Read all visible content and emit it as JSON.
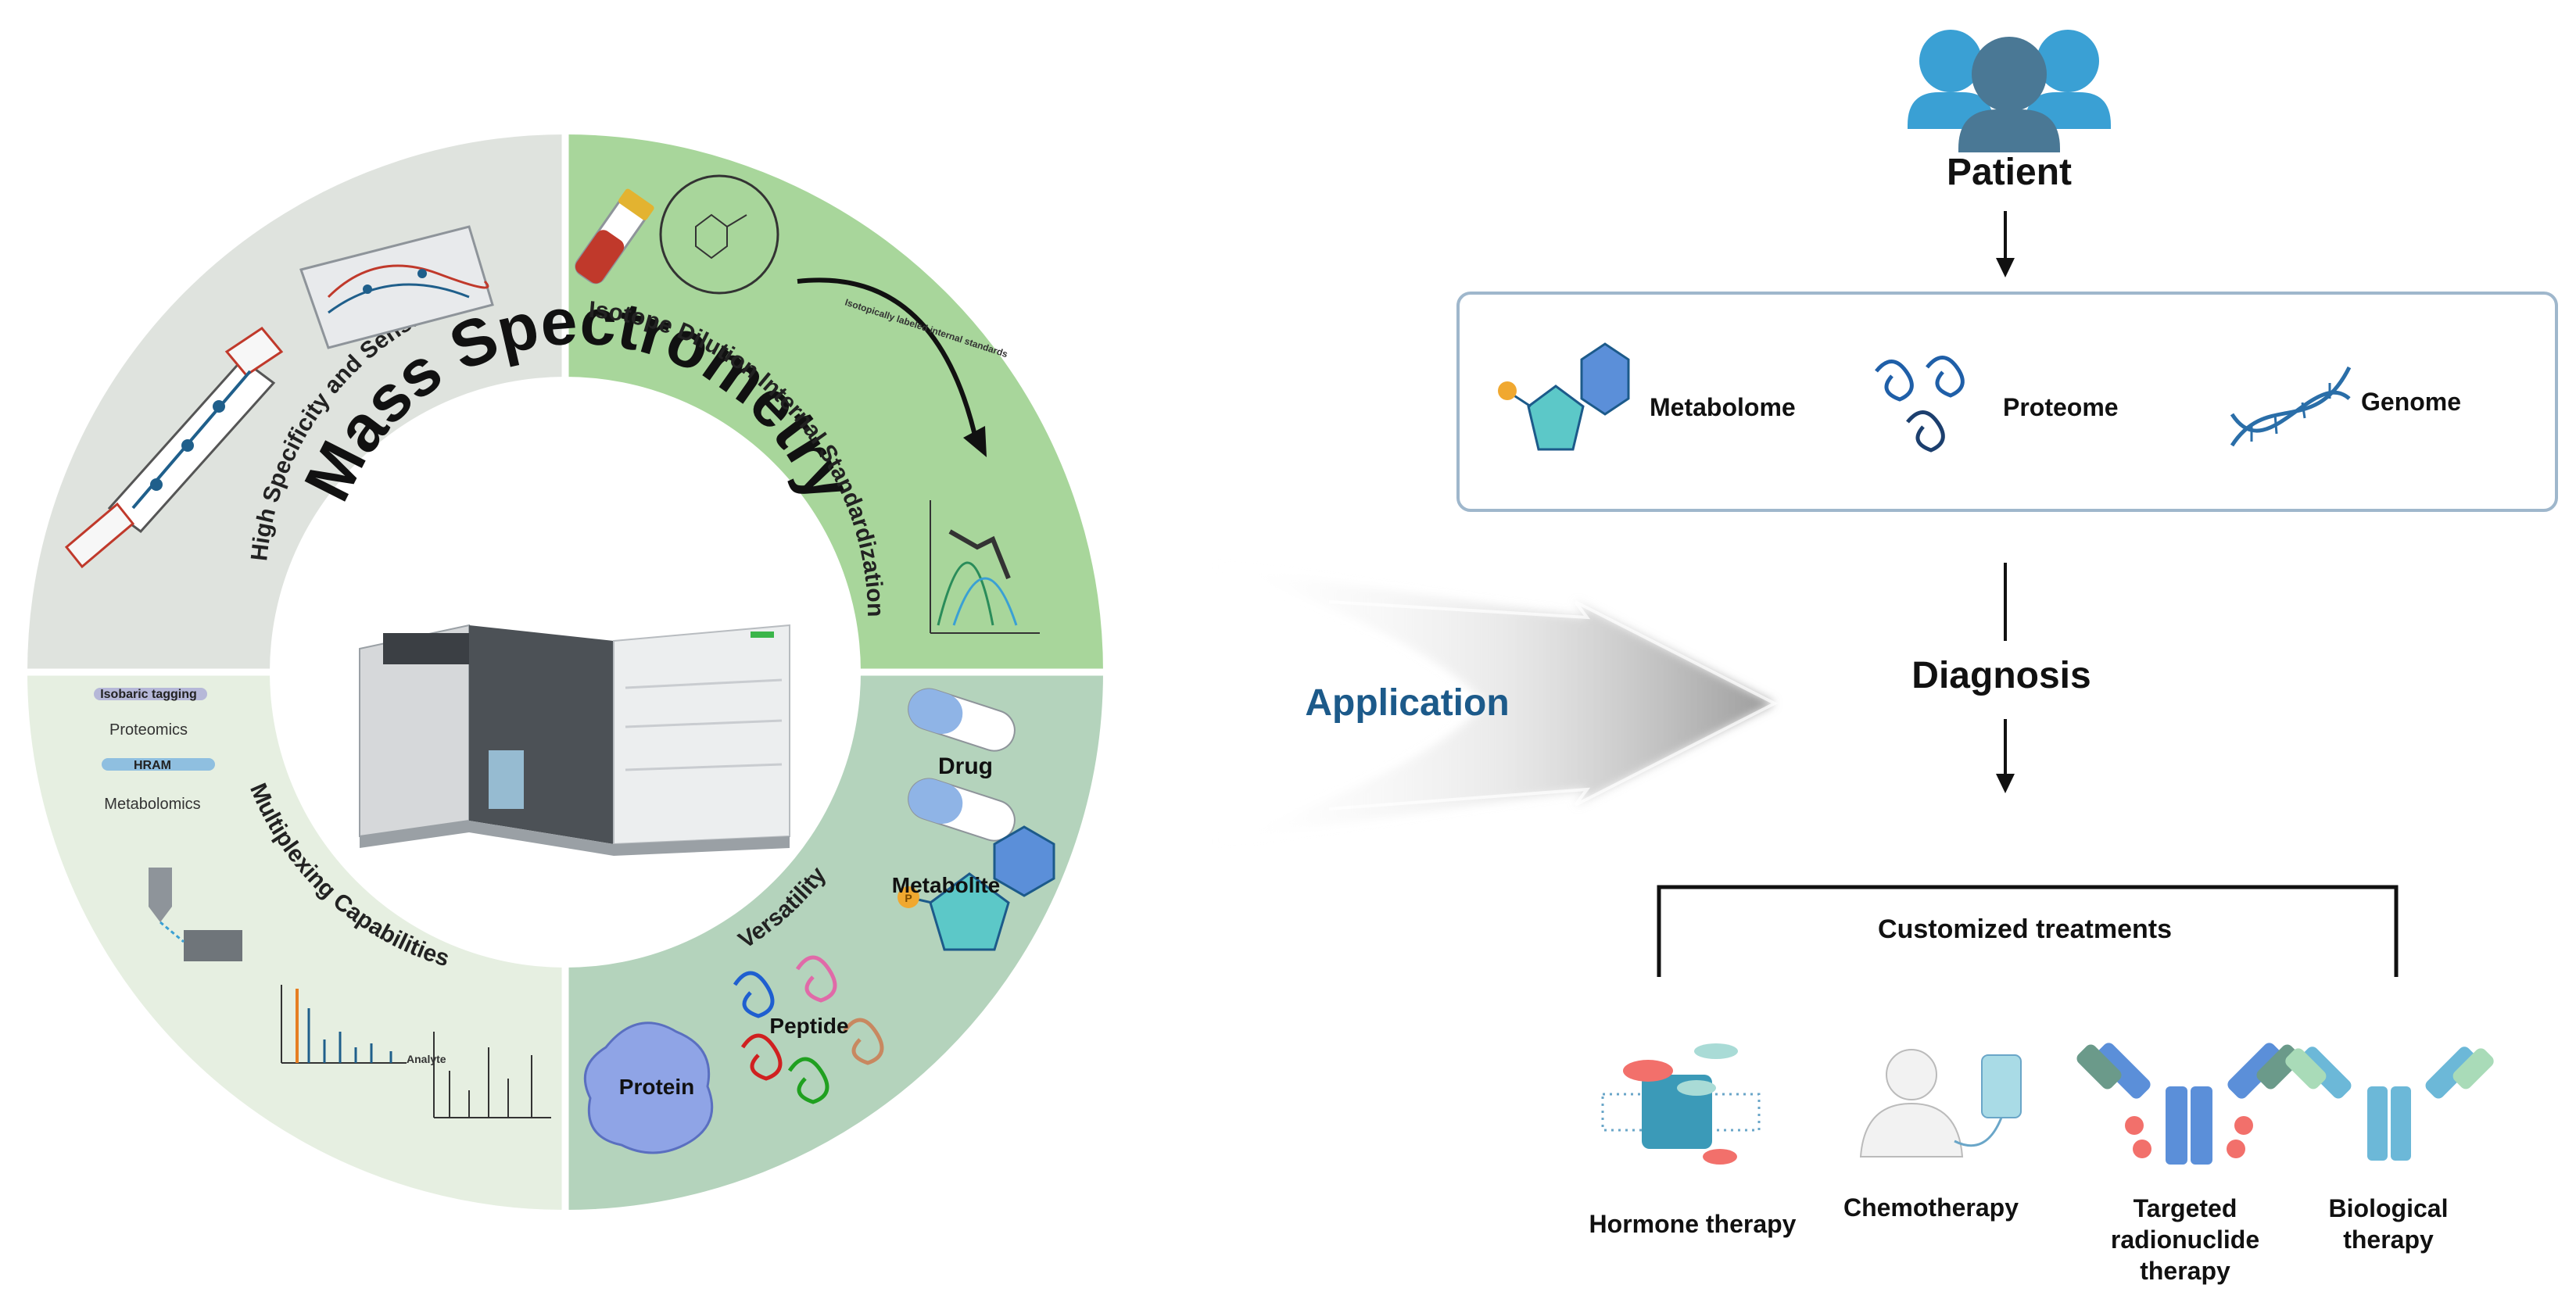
{
  "wheel": {
    "center_title": "Mass Spectrometry",
    "sectors": {
      "high_specificity": "High Specificity and Sensitivity",
      "isotope_dilution": "Isotope Dilution Internal Standardization",
      "multiplexing": "Multiplexing Capabilities",
      "versatility": "Versatility"
    },
    "isotope_small_label": "Isotopically labeled internal standards",
    "multiplexing_labels": {
      "isobaric": "Isobaric tagging",
      "proteomics": "Proteomics",
      "hram": "HRAM",
      "metabolomics": "Metabolomics",
      "analyte": "Analyte"
    },
    "versatility_labels": {
      "drug": "Drug",
      "metabolite": "Metabolite",
      "peptide": "Peptide",
      "protein": "Protein",
      "phosphate": "P"
    },
    "colors": {
      "gray_sector": "#dfe3de",
      "green_sector": "#a8d69b",
      "light_sector": "#e6efe1",
      "teal_sector": "#b4d3bc"
    }
  },
  "application_label": "Application",
  "patient_label": "Patient",
  "omics": {
    "metabolome": "Metabolome",
    "proteome": "Proteome",
    "genome": "Genome"
  },
  "diagnosis_label": "Diagnosis",
  "treatments": {
    "title": "Customized treatments",
    "hormone": "Hormone therapy",
    "chemo": "Chemotherapy",
    "targeted_line1": "Targeted",
    "targeted_line2": "radionuclide",
    "targeted_line3": "therapy",
    "biological_line1": "Biological",
    "biological_line2": "therapy"
  },
  "colors": {
    "application_text": "#1c5a8a",
    "people_light": "#3aa0d4",
    "people_dark": "#4a7895",
    "box_border": "#9fb7cc"
  }
}
